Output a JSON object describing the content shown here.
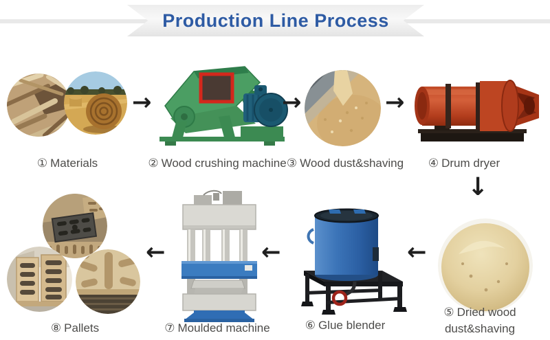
{
  "header": {
    "title": "Production Line Process"
  },
  "steps": [
    {
      "number": "①",
      "label": "Materials"
    },
    {
      "number": "②",
      "label": "Wood crushing machine"
    },
    {
      "number": "③",
      "label": "Wood dust&shaving"
    },
    {
      "number": "④",
      "label": "Drum dryer"
    },
    {
      "number": "⑤",
      "label_line1": "Dried wood",
      "label_line2": "dust&shaving"
    },
    {
      "number": "⑥",
      "label": "Glue blender"
    },
    {
      "number": "⑦",
      "label": "Moulded machine"
    },
    {
      "number": "⑧",
      "label": "Pallets"
    }
  ],
  "icons": {
    "arrow_right": "→",
    "arrow_left": "←",
    "arrow_down": "↓"
  },
  "colors": {
    "title_blue": "#2e5ba4",
    "label_gray": "#4d4c4a",
    "arrow_black": "#1f1f1f",
    "ribbon_gray": "#ececec"
  }
}
